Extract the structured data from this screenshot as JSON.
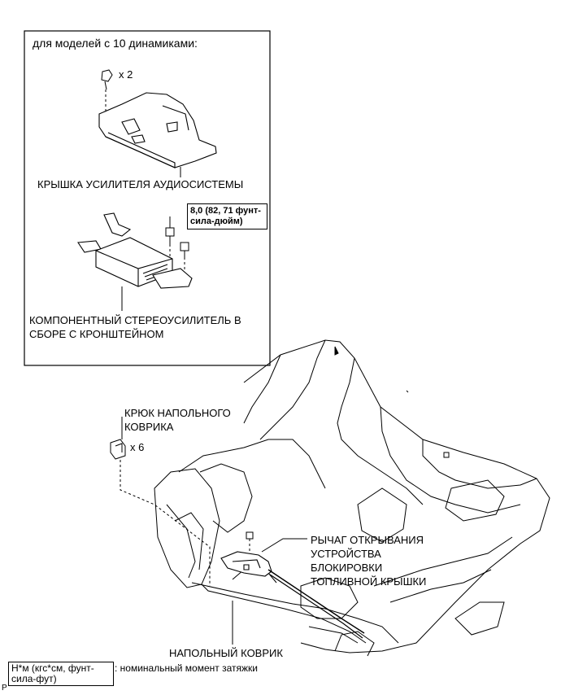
{
  "inset": {
    "title": "для моделей с 10 динамиками:",
    "screw_qty": "x 2",
    "amp_cover_label": "КРЫШКА УСИЛИТЕЛЯ АУДИОСИСТЕМЫ",
    "torque_line1": "8,0 (82, 71 фунт-",
    "torque_line2": "сила-дюйм)",
    "stereo_amp_line1": "КОМПОНЕНТНЫЙ СТЕРЕОУСИЛИТЕЛЬ В",
    "stereo_amp_line2": "СБОРЕ С КРОНШТЕЙНОМ"
  },
  "main": {
    "hook_line1": "КРЮК НАПОЛЬНОГО",
    "hook_line2": "КОВРИКА",
    "hook_qty": "x 6",
    "lever_line1": "РЫЧАГ ОТКРЫВАНИЯ",
    "lever_line2": "УСТРОЙСТВА",
    "lever_line3": "БЛОКИРОВКИ",
    "lever_line4": "ТОПЛИВНОЙ КРЫШКИ",
    "floor_carpet_label": "НАПОЛЬНЫЙ КОВРИК"
  },
  "legend": {
    "symbol_line1": "Н*м (кгс*см, фунт-",
    "symbol_line2": "сила-фут)",
    "description": ": номинальный момент затяжки",
    "corner_mark": "P"
  }
}
